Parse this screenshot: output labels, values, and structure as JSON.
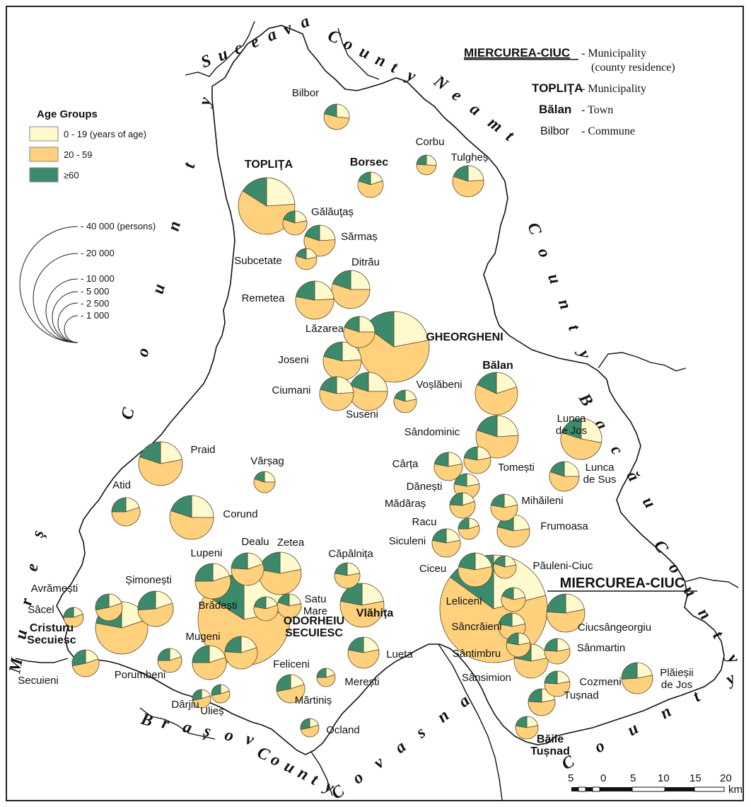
{
  "colors": {
    "young": "#FFFACD",
    "adult": "#FFD17D",
    "old": "#3C8A6C",
    "stroke": "#5a4a2a"
  },
  "legend": {
    "title": "Age Groups",
    "items": [
      "0 - 19 (years of age)",
      "20 - 59",
      "≥60"
    ],
    "sizes": [
      "- 40 000 (persons)",
      "- 20 000",
      "- 10 000",
      "- 5 000",
      "- 2 500",
      "- 1 000"
    ]
  },
  "rank_legend": [
    {
      "name": "MIERCUREA-CIUC",
      "desc": "- Municipality",
      "desc2": "(county residence)"
    },
    {
      "name": "TOPLIŢA",
      "desc": "- Municipality"
    },
    {
      "name": "Bălan",
      "desc": "- Town"
    },
    {
      "name": "Bilbor",
      "desc": "- Commune"
    }
  ],
  "counties": {
    "suceava": "Suceava",
    "county_top": "County",
    "neamt": "Neamt",
    "county_right_neamt": "County",
    "bacau": "Bacău",
    "county_right_bacau": "County",
    "county_left": "County",
    "mures": "Mureș",
    "brasov": "Brașov",
    "county_bottom": "County",
    "covasna": "Covasna",
    "county_covasna": "County"
  },
  "scale": {
    "ticks": [
      "5",
      "0",
      "5",
      "10",
      "15",
      "20"
    ],
    "unit": "km"
  },
  "settlements": [
    {
      "name": "Bilbor",
      "rank": "commune",
      "young": 0.27,
      "adult": 0.52,
      "old": 0.21
    },
    {
      "name": "Corbu",
      "rank": "commune",
      "young": 0.26,
      "adult": 0.5,
      "old": 0.24
    },
    {
      "name": "Tulgheș",
      "rank": "commune",
      "young": 0.24,
      "adult": 0.56,
      "old": 0.2
    },
    {
      "name": "Borsec",
      "rank": "town",
      "young": 0.2,
      "adult": 0.6,
      "old": 0.2
    },
    {
      "name": "TOPLIŢA",
      "rank": "municipality",
      "young": 0.24,
      "adult": 0.6,
      "old": 0.16
    },
    {
      "name": "Gălăuţaș",
      "rank": "commune",
      "young": 0.22,
      "adult": 0.58,
      "old": 0.2
    },
    {
      "name": "Sărmaș",
      "rank": "commune",
      "young": 0.24,
      "adult": 0.56,
      "old": 0.2
    },
    {
      "name": "Subcetate",
      "rank": "commune",
      "young": 0.22,
      "adult": 0.58,
      "old": 0.2
    },
    {
      "name": "Ditrău",
      "rank": "commune",
      "young": 0.25,
      "adult": 0.55,
      "old": 0.2
    },
    {
      "name": "Remetea",
      "rank": "commune",
      "young": 0.24,
      "adult": 0.54,
      "old": 0.22
    },
    {
      "name": "Lăzarea",
      "rank": "commune",
      "young": 0.25,
      "adult": 0.55,
      "old": 0.2
    },
    {
      "name": "GHEORGHENI",
      "rank": "municipality",
      "young": 0.22,
      "adult": 0.63,
      "old": 0.15
    },
    {
      "name": "Joseni",
      "rank": "commune",
      "young": 0.24,
      "adult": 0.55,
      "old": 0.21
    },
    {
      "name": "Ciumani",
      "rank": "commune",
      "young": 0.24,
      "adult": 0.55,
      "old": 0.21
    },
    {
      "name": "Suseni",
      "rank": "commune",
      "young": 0.25,
      "adult": 0.55,
      "old": 0.2
    },
    {
      "name": "Voșlăbeni",
      "rank": "commune",
      "young": 0.22,
      "adult": 0.58,
      "old": 0.2
    },
    {
      "name": "Bălan",
      "rank": "town",
      "young": 0.2,
      "adult": 0.62,
      "old": 0.18
    },
    {
      "name": "Lunca de Jos",
      "rank": "commune",
      "young": 0.28,
      "adult": 0.52,
      "old": 0.2
    },
    {
      "name": "Sândominic",
      "rank": "commune",
      "young": 0.24,
      "adult": 0.56,
      "old": 0.2
    },
    {
      "name": "Praid",
      "rank": "commune",
      "young": 0.22,
      "adult": 0.58,
      "old": 0.2
    },
    {
      "name": "Vărșag",
      "rank": "commune",
      "young": 0.25,
      "adult": 0.55,
      "old": 0.2
    },
    {
      "name": "Cârța",
      "rank": "commune",
      "young": 0.22,
      "adult": 0.56,
      "old": 0.22
    },
    {
      "name": "Tomești",
      "rank": "commune",
      "young": 0.22,
      "adult": 0.56,
      "old": 0.22
    },
    {
      "name": "Lunca de Sus",
      "rank": "commune",
      "young": 0.25,
      "adult": 0.55,
      "old": 0.2
    },
    {
      "name": "Dănești",
      "rank": "commune",
      "young": 0.22,
      "adult": 0.56,
      "old": 0.22
    },
    {
      "name": "Atid",
      "rank": "commune",
      "young": 0.2,
      "adult": 0.55,
      "old": 0.25
    },
    {
      "name": "Corund",
      "rank": "commune",
      "young": 0.25,
      "adult": 0.55,
      "old": 0.2
    },
    {
      "name": "Mădăraș",
      "rank": "commune",
      "young": 0.2,
      "adult": 0.56,
      "old": 0.24
    },
    {
      "name": "Mihăileni",
      "rank": "commune",
      "young": 0.22,
      "adult": 0.56,
      "old": 0.22
    },
    {
      "name": "Racu",
      "rank": "commune",
      "young": 0.2,
      "adult": 0.55,
      "old": 0.25
    },
    {
      "name": "Frumoasa",
      "rank": "commune",
      "young": 0.23,
      "adult": 0.56,
      "old": 0.21
    },
    {
      "name": "Lupeni",
      "rank": "commune",
      "young": 0.2,
      "adult": 0.55,
      "old": 0.25
    },
    {
      "name": "Dealu",
      "rank": "commune",
      "young": 0.2,
      "adult": 0.56,
      "old": 0.24
    },
    {
      "name": "Zetea",
      "rank": "commune",
      "young": 0.22,
      "adult": 0.56,
      "old": 0.22
    },
    {
      "name": "Căpâlnița",
      "rank": "commune",
      "young": 0.22,
      "adult": 0.56,
      "old": 0.22
    },
    {
      "name": "Siculeni",
      "rank": "commune",
      "young": 0.22,
      "adult": 0.56,
      "old": 0.22
    },
    {
      "name": "Ciceu",
      "rank": "commune",
      "young": 0.22,
      "adult": 0.56,
      "old": 0.22
    },
    {
      "name": "Păuleni-Ciuc",
      "rank": "commune",
      "young": 0.22,
      "adult": 0.58,
      "old": 0.2
    },
    {
      "name": "MIERCUREA-CIUC",
      "rank": "residence",
      "young": 0.21,
      "adult": 0.64,
      "old": 0.15
    },
    {
      "name": "Avrămești",
      "rank": "commune",
      "young": 0.2,
      "adult": 0.52,
      "old": 0.28
    },
    {
      "name": "Șimonești",
      "rank": "commune",
      "young": 0.2,
      "adult": 0.54,
      "old": 0.26
    },
    {
      "name": "Satu Mare",
      "rank": "commune",
      "young": 0.22,
      "adult": 0.58,
      "old": 0.2
    },
    {
      "name": "Brădești",
      "rank": "commune",
      "young": 0.2,
      "adult": 0.58,
      "old": 0.22
    },
    {
      "name": "Vlăhița",
      "rank": "town",
      "young": 0.22,
      "adult": 0.56,
      "old": 0.22
    },
    {
      "name": "Leliceni",
      "rank": "commune",
      "young": 0.22,
      "adult": 0.58,
      "old": 0.2
    },
    {
      "name": "Sâcel",
      "rank": "commune",
      "young": 0.2,
      "adult": 0.55,
      "old": 0.25
    },
    {
      "name": "Cristuru Secuiesc",
      "rank": "town",
      "young": 0.2,
      "adult": 0.58,
      "old": 0.22
    },
    {
      "name": "ODORHEIU SECUIESC",
      "rank": "municipality",
      "young": 0.22,
      "adult": 0.62,
      "old": 0.16
    },
    {
      "name": "Sâncrăieni",
      "rank": "commune",
      "young": 0.22,
      "adult": 0.56,
      "old": 0.22
    },
    {
      "name": "Ciucsângeorgiu",
      "rank": "commune",
      "young": 0.22,
      "adult": 0.54,
      "old": 0.24
    },
    {
      "name": "Mugeni",
      "rank": "commune",
      "young": 0.2,
      "adult": 0.55,
      "old": 0.25
    },
    {
      "name": "Feliceni",
      "rank": "commune",
      "young": 0.2,
      "adult": 0.56,
      "old": 0.24
    },
    {
      "name": "Lueta",
      "rank": "commune",
      "young": 0.22,
      "adult": 0.56,
      "old": 0.22
    },
    {
      "name": "Sântimbru",
      "rank": "commune",
      "young": 0.22,
      "adult": 0.56,
      "old": 0.22
    },
    {
      "name": "Sânmartin",
      "rank": "commune",
      "young": 0.22,
      "adult": 0.54,
      "old": 0.24
    },
    {
      "name": "Porumbeni",
      "rank": "commune",
      "young": 0.2,
      "adult": 0.55,
      "old": 0.25
    },
    {
      "name": "Secuieni",
      "rank": "commune",
      "young": 0.2,
      "adult": 0.52,
      "old": 0.28
    },
    {
      "name": "Sânsimion",
      "rank": "commune",
      "young": 0.22,
      "adult": 0.56,
      "old": 0.22
    },
    {
      "name": "Plăieșii de Jos",
      "rank": "commune",
      "young": 0.22,
      "adult": 0.52,
      "old": 0.26
    },
    {
      "name": "Merești",
      "rank": "commune",
      "young": 0.2,
      "adult": 0.55,
      "old": 0.25
    },
    {
      "name": "Mărtiniș",
      "rank": "commune",
      "young": 0.2,
      "adult": 0.52,
      "old": 0.28
    },
    {
      "name": "Cozmeni",
      "rank": "commune",
      "young": 0.22,
      "adult": 0.54,
      "old": 0.24
    },
    {
      "name": "Dârjiu",
      "rank": "commune",
      "young": 0.2,
      "adult": 0.52,
      "old": 0.28
    },
    {
      "name": "Ulieș",
      "rank": "commune",
      "young": 0.2,
      "adult": 0.52,
      "old": 0.28
    },
    {
      "name": "Tușnad",
      "rank": "commune",
      "young": 0.22,
      "adult": 0.54,
      "old": 0.24
    },
    {
      "name": "Ocland",
      "rank": "commune",
      "young": 0.2,
      "adult": 0.52,
      "old": 0.28
    },
    {
      "name": "Băile Tușnad",
      "rank": "town",
      "young": 0.22,
      "adult": 0.56,
      "old": 0.22
    }
  ]
}
